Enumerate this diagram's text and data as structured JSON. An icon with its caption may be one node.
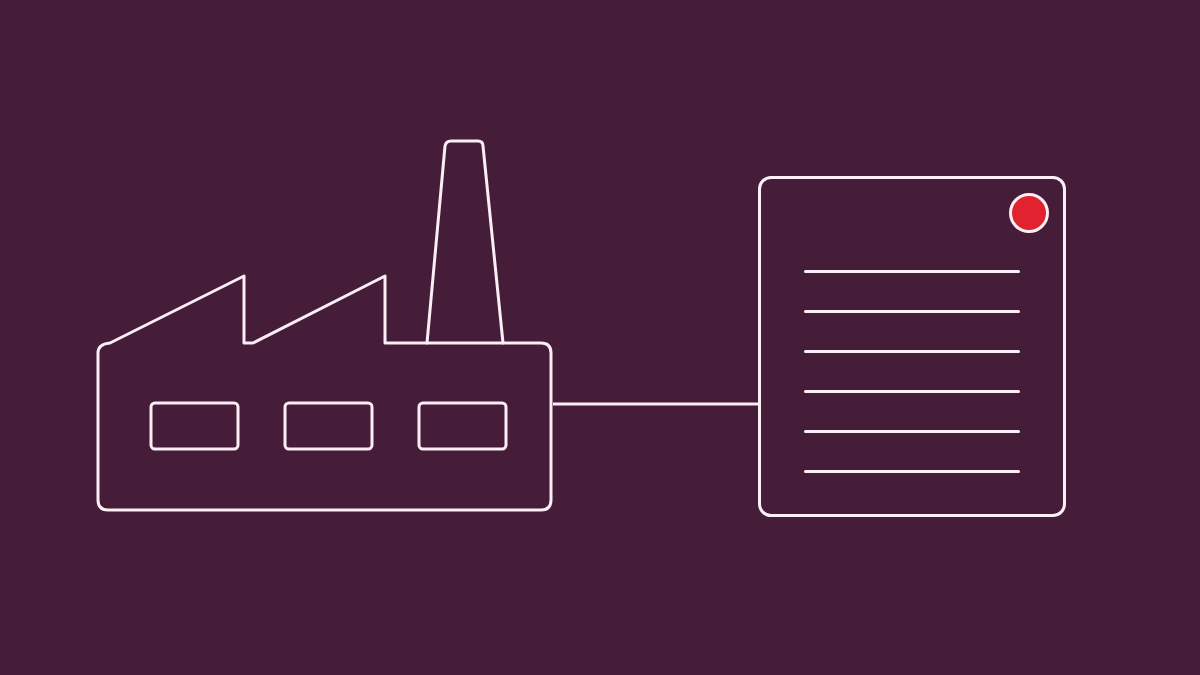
{
  "diagram": {
    "nodes": [
      {
        "text": [],
        "shape": "picture"
      },
      {
        "text": [],
        "shape": "box"
      }
    ],
    "edges": [
      {
        "from": 0,
        "to": 1,
        "arrow": "none"
      }
    ]
  }
}
